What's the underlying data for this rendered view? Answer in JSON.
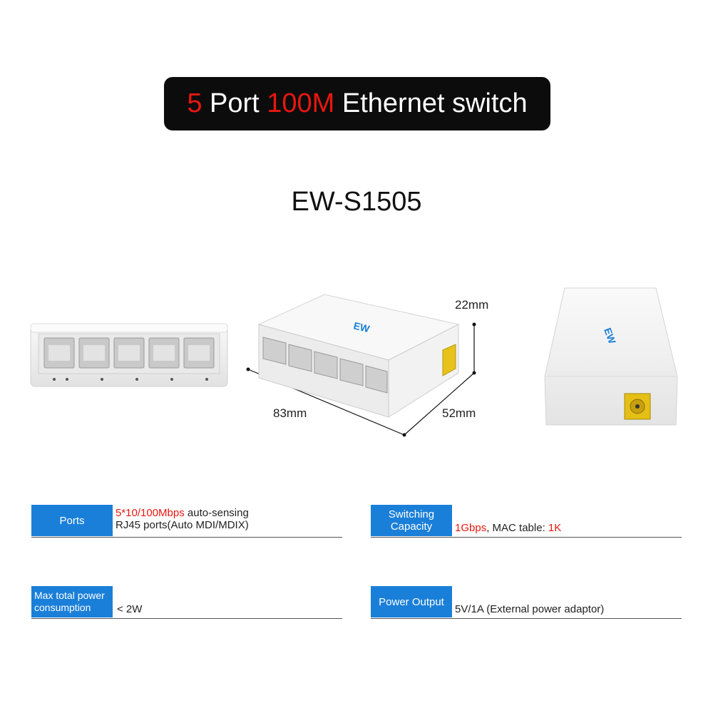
{
  "banner": {
    "part1": "5",
    "part2": " Port ",
    "part3": "100M",
    "part4": " Ethernet switch"
  },
  "model": "EW-S1505",
  "product": {
    "brand_logo_text": "EW",
    "height_label": "22mm",
    "width_label": "83mm",
    "depth_label": "52mm"
  },
  "specs": {
    "ports": {
      "label": "Ports",
      "value_line1_red": "5*10/100Mbps",
      "value_line1_rest": " auto-sensing",
      "value_line2": "RJ45 ports(Auto MDI/MDIX)"
    },
    "switching": {
      "label_line1": "Switching",
      "label_line2": "Capacity",
      "value_red1": "1Gbps",
      "value_mid": ", MAC table: ",
      "value_red2": "1K"
    },
    "power_consumption": {
      "label_line1": "Max total power",
      "label_line2": "consumption",
      "value": "< 2W"
    },
    "power_output": {
      "label": "Power Output",
      "value": "5V/1A (External power adaptor)"
    }
  },
  "colors": {
    "accent_red": "#e8170f",
    "label_blue": "#1a7fd8",
    "banner_black": "#0c0c0c"
  }
}
